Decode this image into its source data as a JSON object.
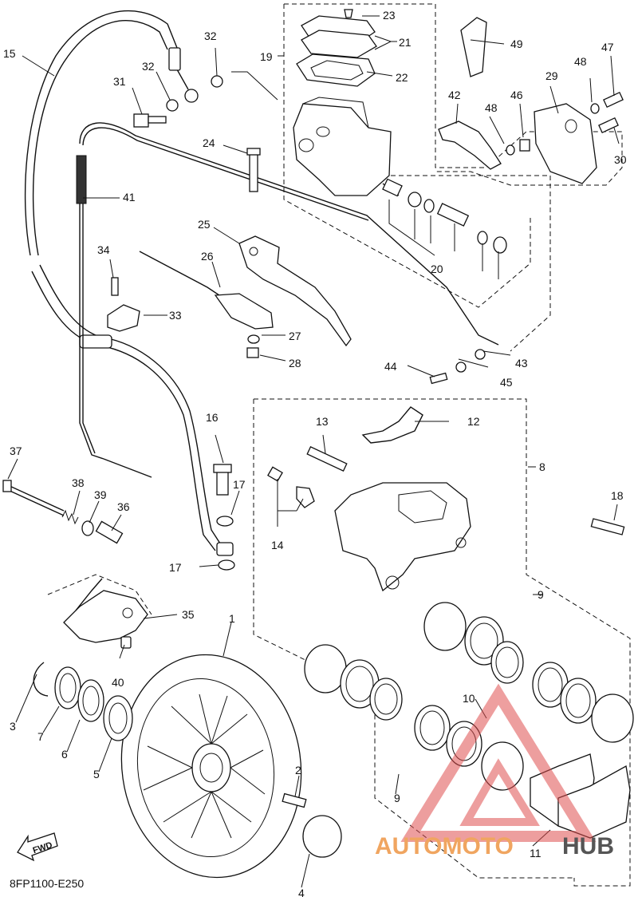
{
  "diagram": {
    "code": "8FP1100-E250",
    "fwd_label": "FWD",
    "watermark": {
      "text_part1": "AUTOMOTO",
      "text_part2": "HUB",
      "color_accent": "#f0a560",
      "color_dark": "#444444",
      "logo_color": "#e05050"
    },
    "labels": {
      "l1": "1",
      "l2": "2",
      "l3": "3",
      "l4": "4",
      "l5": "5",
      "l6": "6",
      "l7": "7",
      "l8": "8",
      "l9a": "9",
      "l9b": "9",
      "l10": "10",
      "l11": "11",
      "l12": "12",
      "l13": "13",
      "l14": "14",
      "l15": "15",
      "l16": "16",
      "l17a": "17",
      "l17b": "17",
      "l18": "18",
      "l19": "19",
      "l20": "20",
      "l21": "21",
      "l22": "22",
      "l23": "23",
      "l24": "24",
      "l25": "25",
      "l26": "26",
      "l27": "27",
      "l28": "28",
      "l29": "29",
      "l30": "30",
      "l31": "31",
      "l32a": "32",
      "l32b": "32",
      "l33": "33",
      "l34": "34",
      "l35": "35",
      "l36": "36",
      "l37": "37",
      "l38": "38",
      "l39": "39",
      "l40": "40",
      "l41": "41",
      "l42": "42",
      "l43": "43",
      "l44": "44",
      "l45": "45",
      "l46": "46",
      "l47": "47",
      "l48a": "48",
      "l48b": "48",
      "l49": "49"
    }
  }
}
